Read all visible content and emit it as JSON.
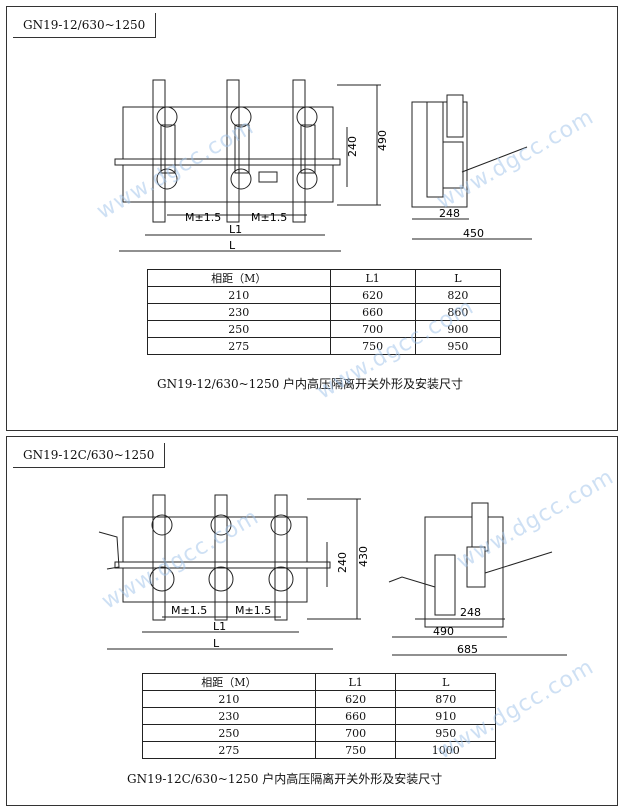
{
  "watermark": "www.dgcc.com",
  "panels": [
    {
      "title": "GN19-12/630~1250",
      "dims": {
        "mlabel": "M±1.5",
        "l1": "L1",
        "l": "L",
        "h240": "240",
        "h490": "490",
        "w248": "248",
        "w450": "450"
      },
      "table": {
        "headers": [
          "相距（M）",
          "L1",
          "L"
        ],
        "rows": [
          [
            "210",
            "620",
            "820"
          ],
          [
            "230",
            "660",
            "860"
          ],
          [
            "250",
            "700",
            "900"
          ],
          [
            "275",
            "750",
            "950"
          ]
        ]
      },
      "caption": "GN19-12/630~1250 户内高压隔离开关外形及安装尺寸"
    },
    {
      "title": "GN19-12C/630~1250",
      "dims": {
        "mlabel": "M±1.5",
        "l1": "L1",
        "l": "L",
        "h240": "240",
        "h430": "430",
        "w248": "248",
        "w490": "490",
        "w685": "685"
      },
      "table": {
        "headers": [
          "相距（M）",
          "L1",
          "L"
        ],
        "rows": [
          [
            "210",
            "620",
            "870"
          ],
          [
            "230",
            "660",
            "910"
          ],
          [
            "250",
            "700",
            "950"
          ],
          [
            "275",
            "750",
            "1000"
          ]
        ]
      },
      "caption": "GN19-12C/630~1250 户内高压隔离开关外形及安装尺寸"
    }
  ]
}
